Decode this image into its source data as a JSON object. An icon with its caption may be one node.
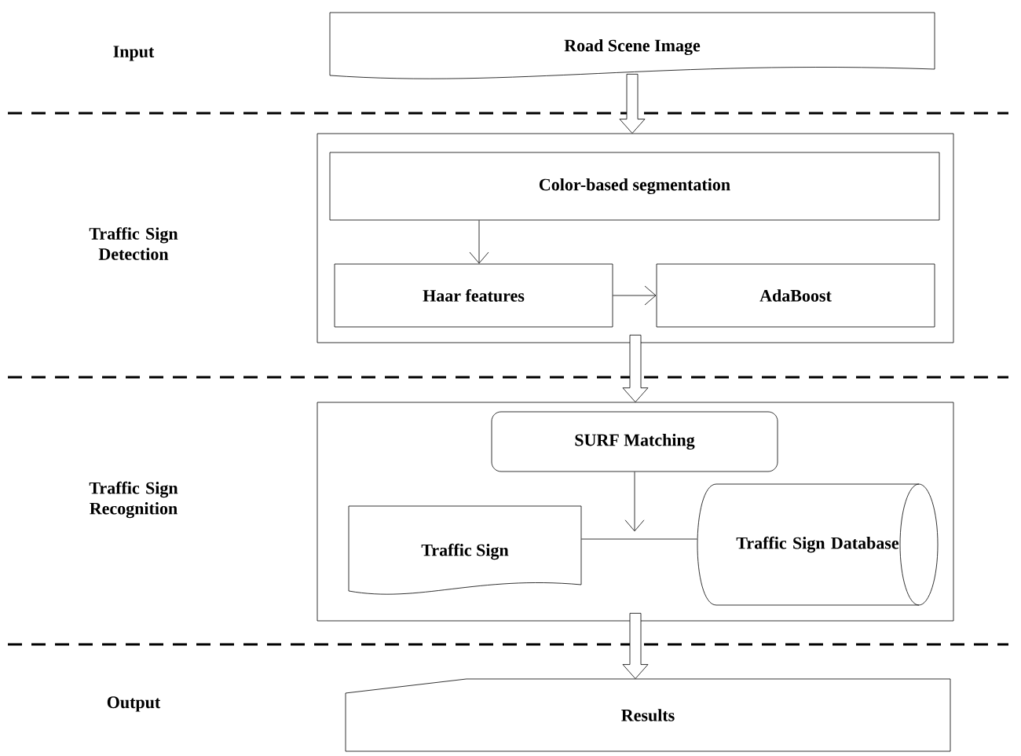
{
  "diagram": {
    "nodes": [
      {
        "text": [
          "Road Scene Image"
        ]
      },
      {
        "text": [],
        "shape": "box"
      },
      {
        "text": [
          "Color-based segmentation"
        ],
        "in": 1
      },
      {
        "text": [
          "Haar features"
        ],
        "in": 1
      },
      {
        "text": [
          "AdaBoost"
        ],
        "in": 1
      },
      {
        "text": [],
        "shape": "box"
      },
      {
        "text": [
          "SURF Matching"
        ],
        "in": 5
      },
      {
        "text": [
          "Traffic Sign"
        ],
        "in": 5
      },
      {
        "text": [
          "Traffic Sign Database"
        ],
        "in": 5
      },
      {
        "text": [
          "Results"
        ]
      }
    ],
    "edges": [
      {
        "from": 0,
        "to": 1,
        "arrow": "to",
        "style": "thick"
      },
      {
        "from": 2,
        "to": 3,
        "arrow": "to"
      },
      {
        "from": 3,
        "to": 4,
        "arrow": "to"
      },
      {
        "from": 1,
        "to": 5,
        "arrow": "to",
        "style": "thick"
      },
      {
        "from": 6,
        "to": null,
        "arrow": "to"
      },
      {
        "from": 7,
        "to": 8,
        "arrow": "none"
      },
      {
        "from": 5,
        "to": 9,
        "arrow": "to",
        "style": "thick"
      }
    ],
    "labels": [
      "Input",
      "Traffic Sign Detection",
      "Traffic Sign Recognition",
      "Output"
    ]
  }
}
